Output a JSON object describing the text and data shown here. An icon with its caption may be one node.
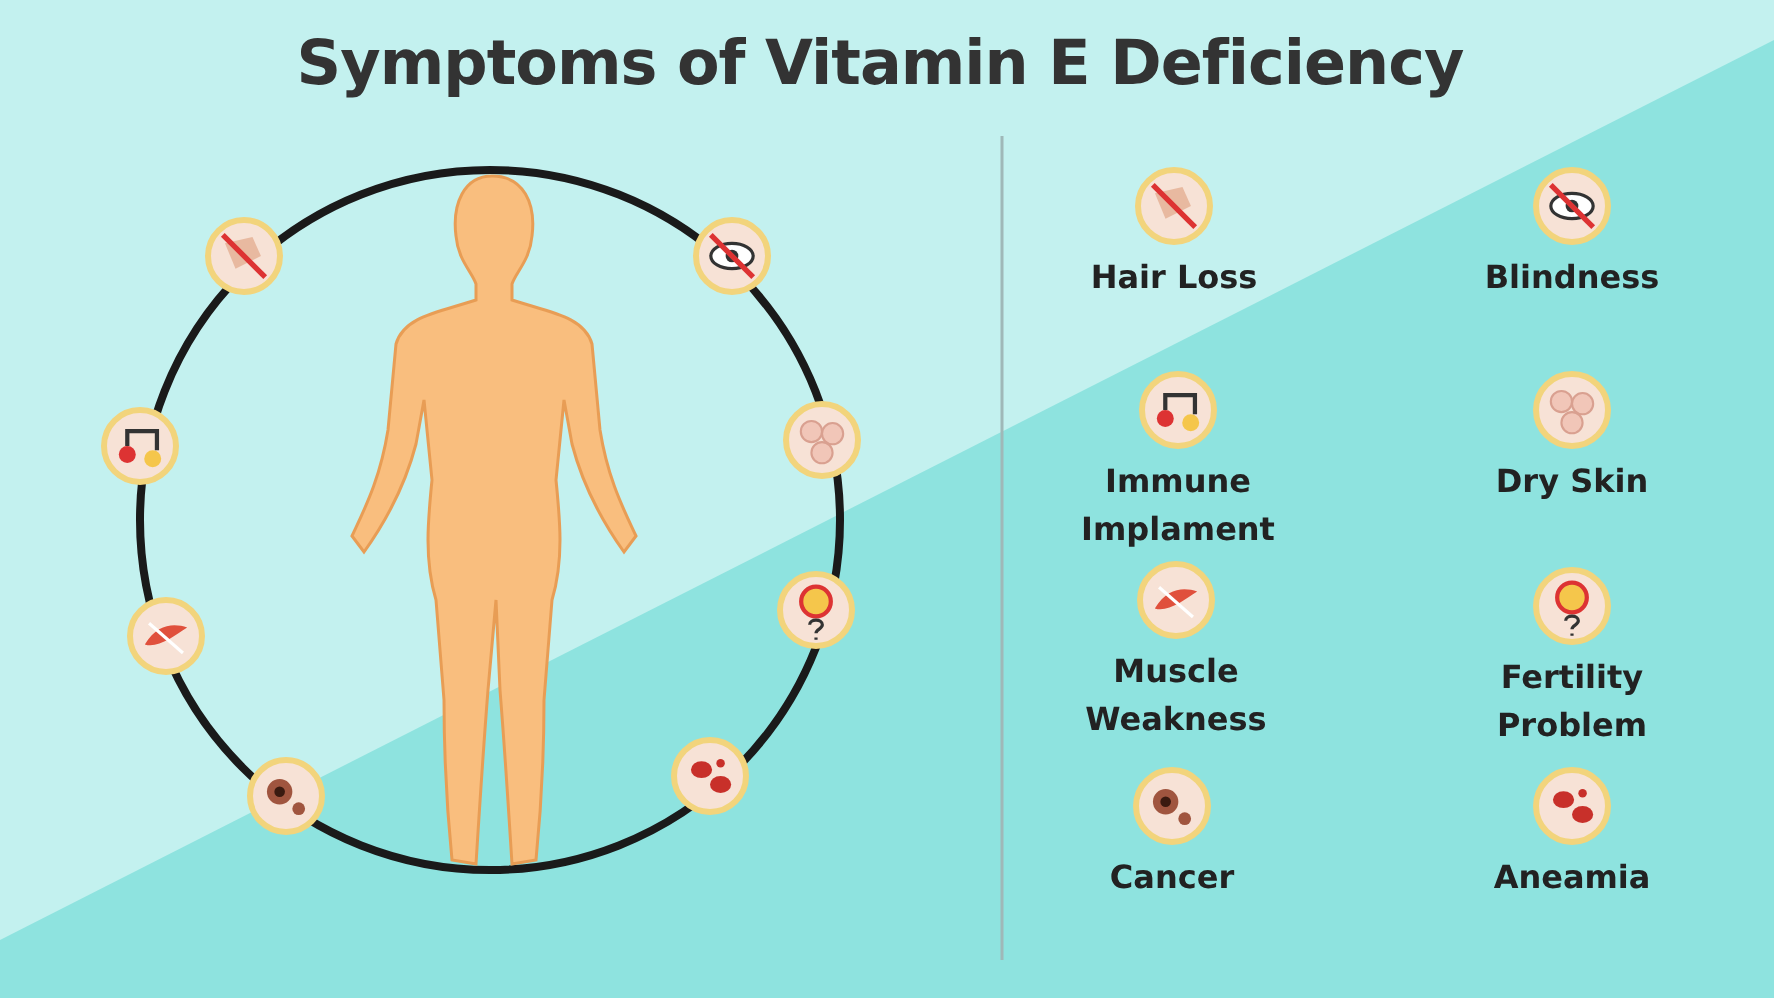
{
  "diagram": {
    "title": "Symptoms of Vitamin E Deficiency",
    "nodes": [
      {
        "text": [
          "Hair Loss"
        ]
      },
      {
        "text": [
          "Blindness"
        ]
      },
      {
        "text": [
          "Immune Implament"
        ]
      },
      {
        "text": [
          "Dry Skin"
        ]
      },
      {
        "text": [
          "Muscle Weakness"
        ]
      },
      {
        "text": [
          "Fertility Problem"
        ]
      },
      {
        "text": [
          "Cancer"
        ]
      },
      {
        "text": [
          "Aneamia"
        ]
      }
    ]
  }
}
